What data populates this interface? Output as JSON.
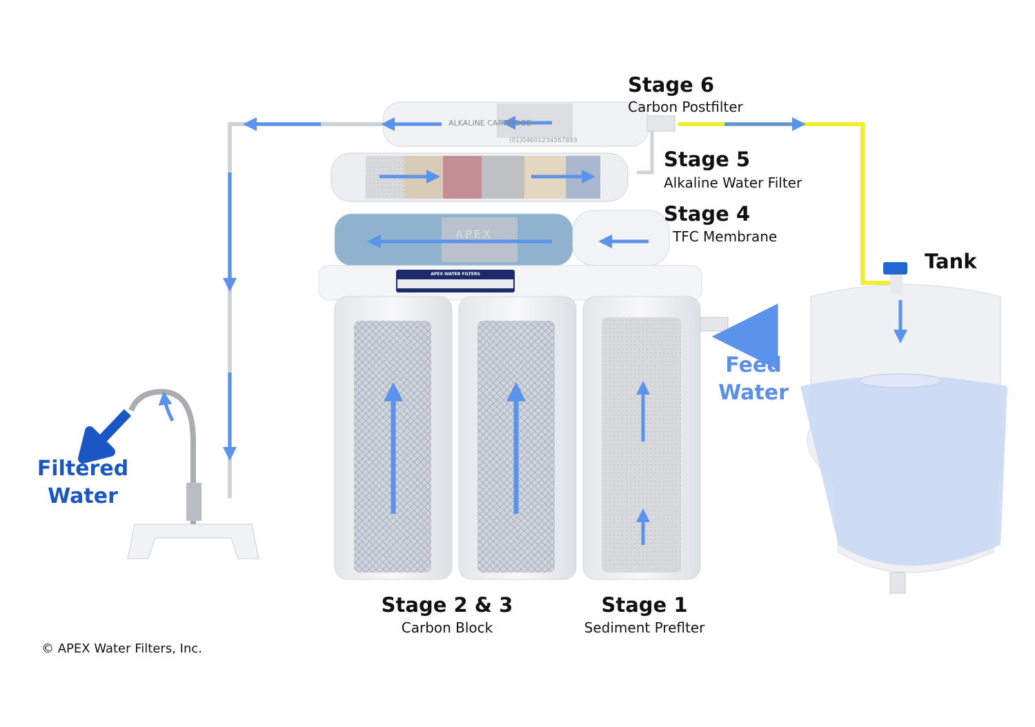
{
  "stages": [
    {
      "title": "Stage 6",
      "subtitle": "Carbon Postfilter"
    },
    {
      "title": "Stage 5",
      "subtitle": "Alkaline Water Filter"
    },
    {
      "title": "Stage 4",
      "subtitle": "TFC Membrane"
    },
    {
      "title": "Stage 2 & 3",
      "subtitle": "Carbon Block"
    },
    {
      "title": "Stage 1",
      "subtitle": "Sediment Preflter"
    }
  ],
  "tank_label": "Tank",
  "feed_water": [
    "Feed",
    "Water"
  ],
  "filtered_water": [
    "Filtered",
    "Water"
  ],
  "cartridge_text": "ALKALINE CARTRIDGE",
  "barcode_text": "(01)04601234567893",
  "membrane_brand": "APEX",
  "plate_title": "APEX WATER FILTERS",
  "copyright": "© APEX Water Filters, Inc.",
  "colors": {
    "arrow": "#5b93ea",
    "filtered": "#1a56c4",
    "feed": "#5b8fe8",
    "tank_line": "#f2ee2e",
    "plate": "#1d2a6b"
  }
}
